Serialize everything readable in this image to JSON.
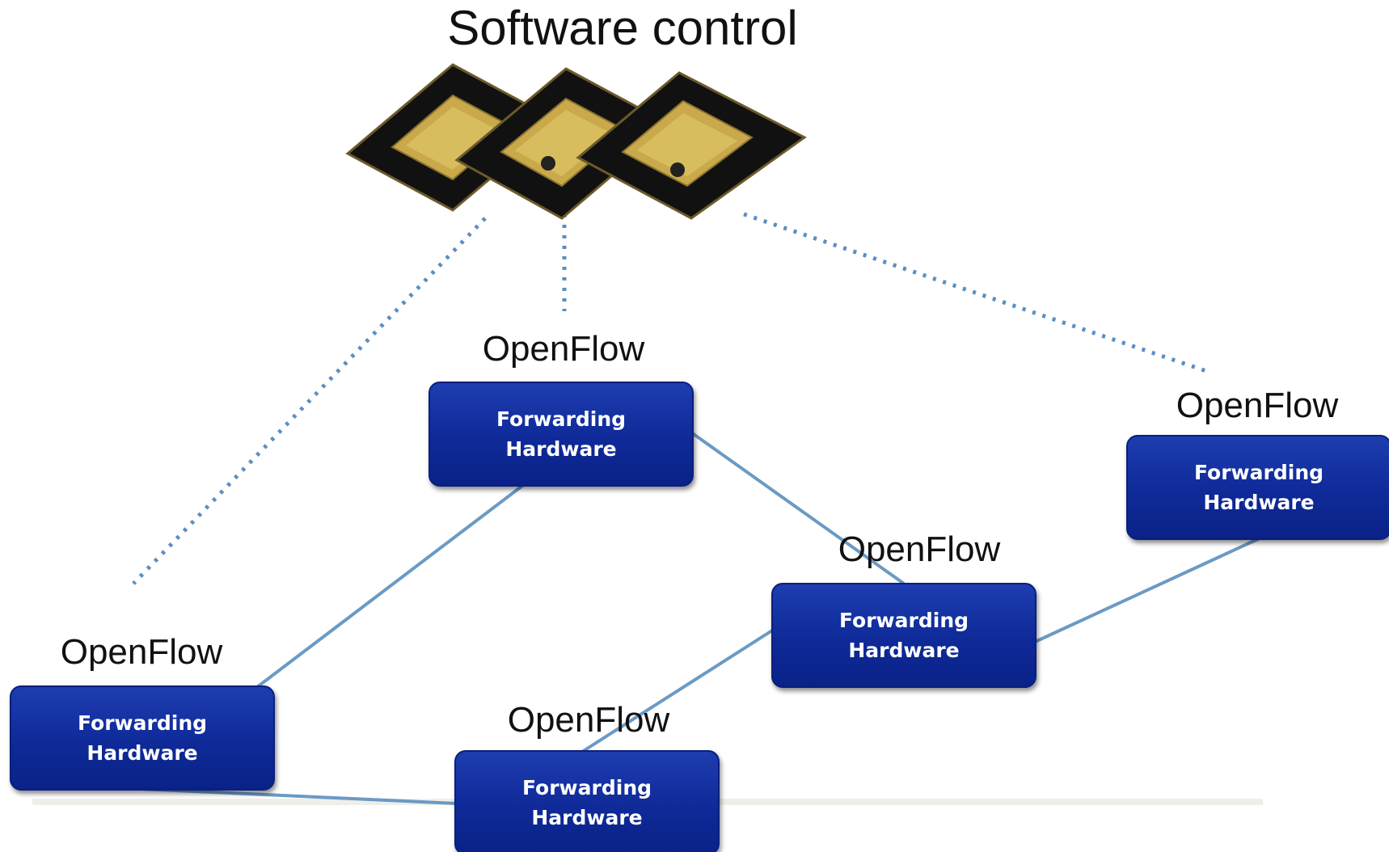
{
  "title": "Software control",
  "nodes": [
    {
      "id": "top",
      "label": "OpenFlow",
      "line1": "Forwarding",
      "line2": "Hardware"
    },
    {
      "id": "right",
      "label": "OpenFlow",
      "line1": "Forwarding",
      "line2": "Hardware"
    },
    {
      "id": "middle",
      "label": "OpenFlow",
      "line1": "Forwarding",
      "line2": "Hardware"
    },
    {
      "id": "left",
      "label": "OpenFlow",
      "line1": "Forwarding",
      "line2": "Hardware"
    },
    {
      "id": "bottom",
      "label": "OpenFlow",
      "line1": "Forwarding",
      "line2": "Hardware"
    }
  ],
  "colors": {
    "box_fill": "#0f2a98",
    "link": "#6b9ac4",
    "control_link": "#5a8fc2",
    "chip_body": "#111111",
    "chip_gold": "#c9a94a"
  },
  "icons": [
    "processor-chip-icon"
  ]
}
